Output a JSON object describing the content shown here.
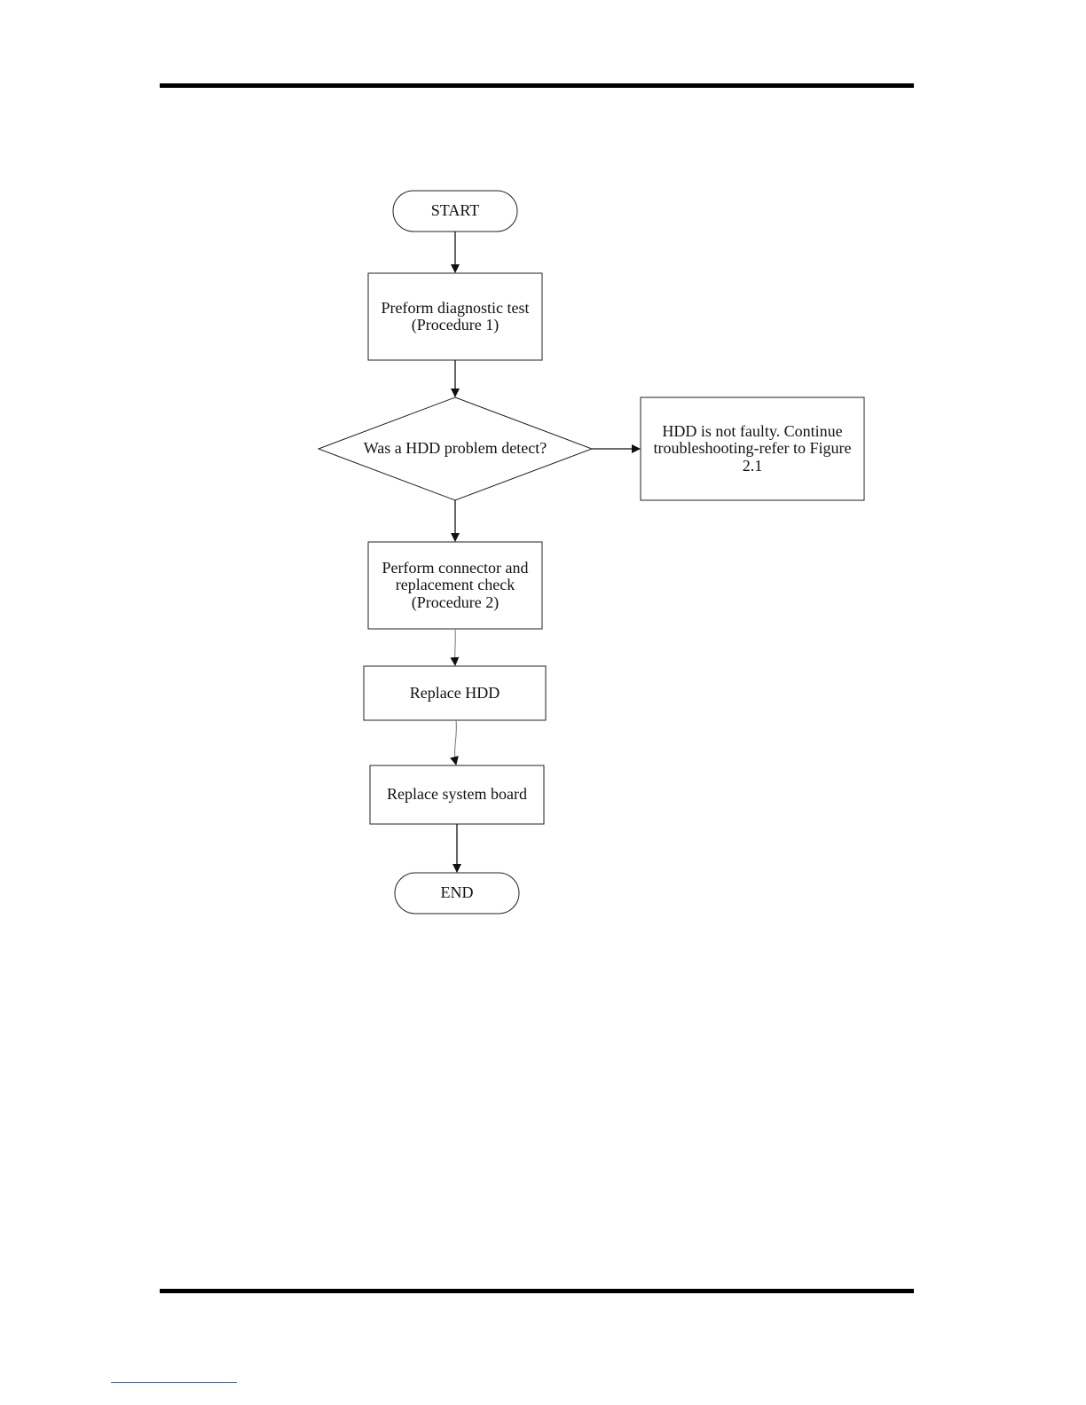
{
  "flowchart": {
    "start": "START",
    "step1": [
      "Preform diagnostic test",
      "(Procedure 1)"
    ],
    "decision": "Was a HDD problem detect?",
    "no_branch": [
      "HDD is not faulty. Continue",
      "troubleshooting-refer to Figure",
      "2.1"
    ],
    "step2": [
      "Perform connector and",
      "replacement check",
      "(Procedure 2)"
    ],
    "step3": "Replace HDD",
    "step4": "Replace system board",
    "end": "END"
  },
  "colors": {
    "stroke": "#222222",
    "rule": "#000000"
  }
}
